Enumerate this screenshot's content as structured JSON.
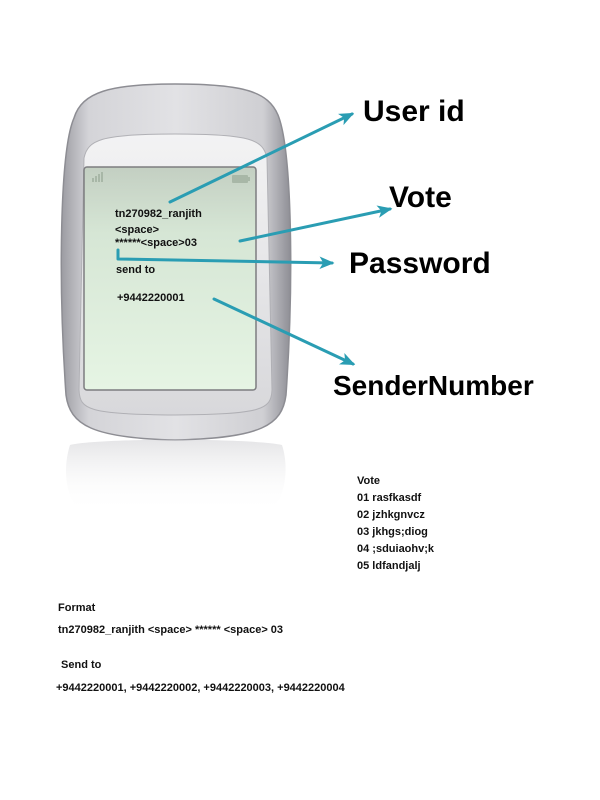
{
  "colors": {
    "arrow": "#2a9db3",
    "screen_top": "#c3cfc2",
    "screen_bottom": "#e3f3e2",
    "phone_body": "#cfcfd3",
    "text": "#111111"
  },
  "phone_screen": {
    "user_id_line": "tn270982_ranjith",
    "space_line": "<space>",
    "password_vote_line": "******<space>03",
    "send_to": "send to",
    "number": "+9442220001"
  },
  "callouts": {
    "user_id": "User id",
    "vote": "Vote",
    "password": "Password",
    "sender_number": "SenderNumber"
  },
  "vote_options": {
    "title": "Vote",
    "items": [
      "01 rasfkasdf",
      "02 jzhkgnvcz",
      "03 jkhgs;diog",
      "04 ;sduiaohv;k",
      "05 ldfandjalj"
    ]
  },
  "format": {
    "title": "Format",
    "text": "tn270982_ranjith <space> ****** <space> 03"
  },
  "send_to": {
    "title": " Send to",
    "numbers": "+9442220001, +9442220002, +9442220003, +9442220004"
  }
}
